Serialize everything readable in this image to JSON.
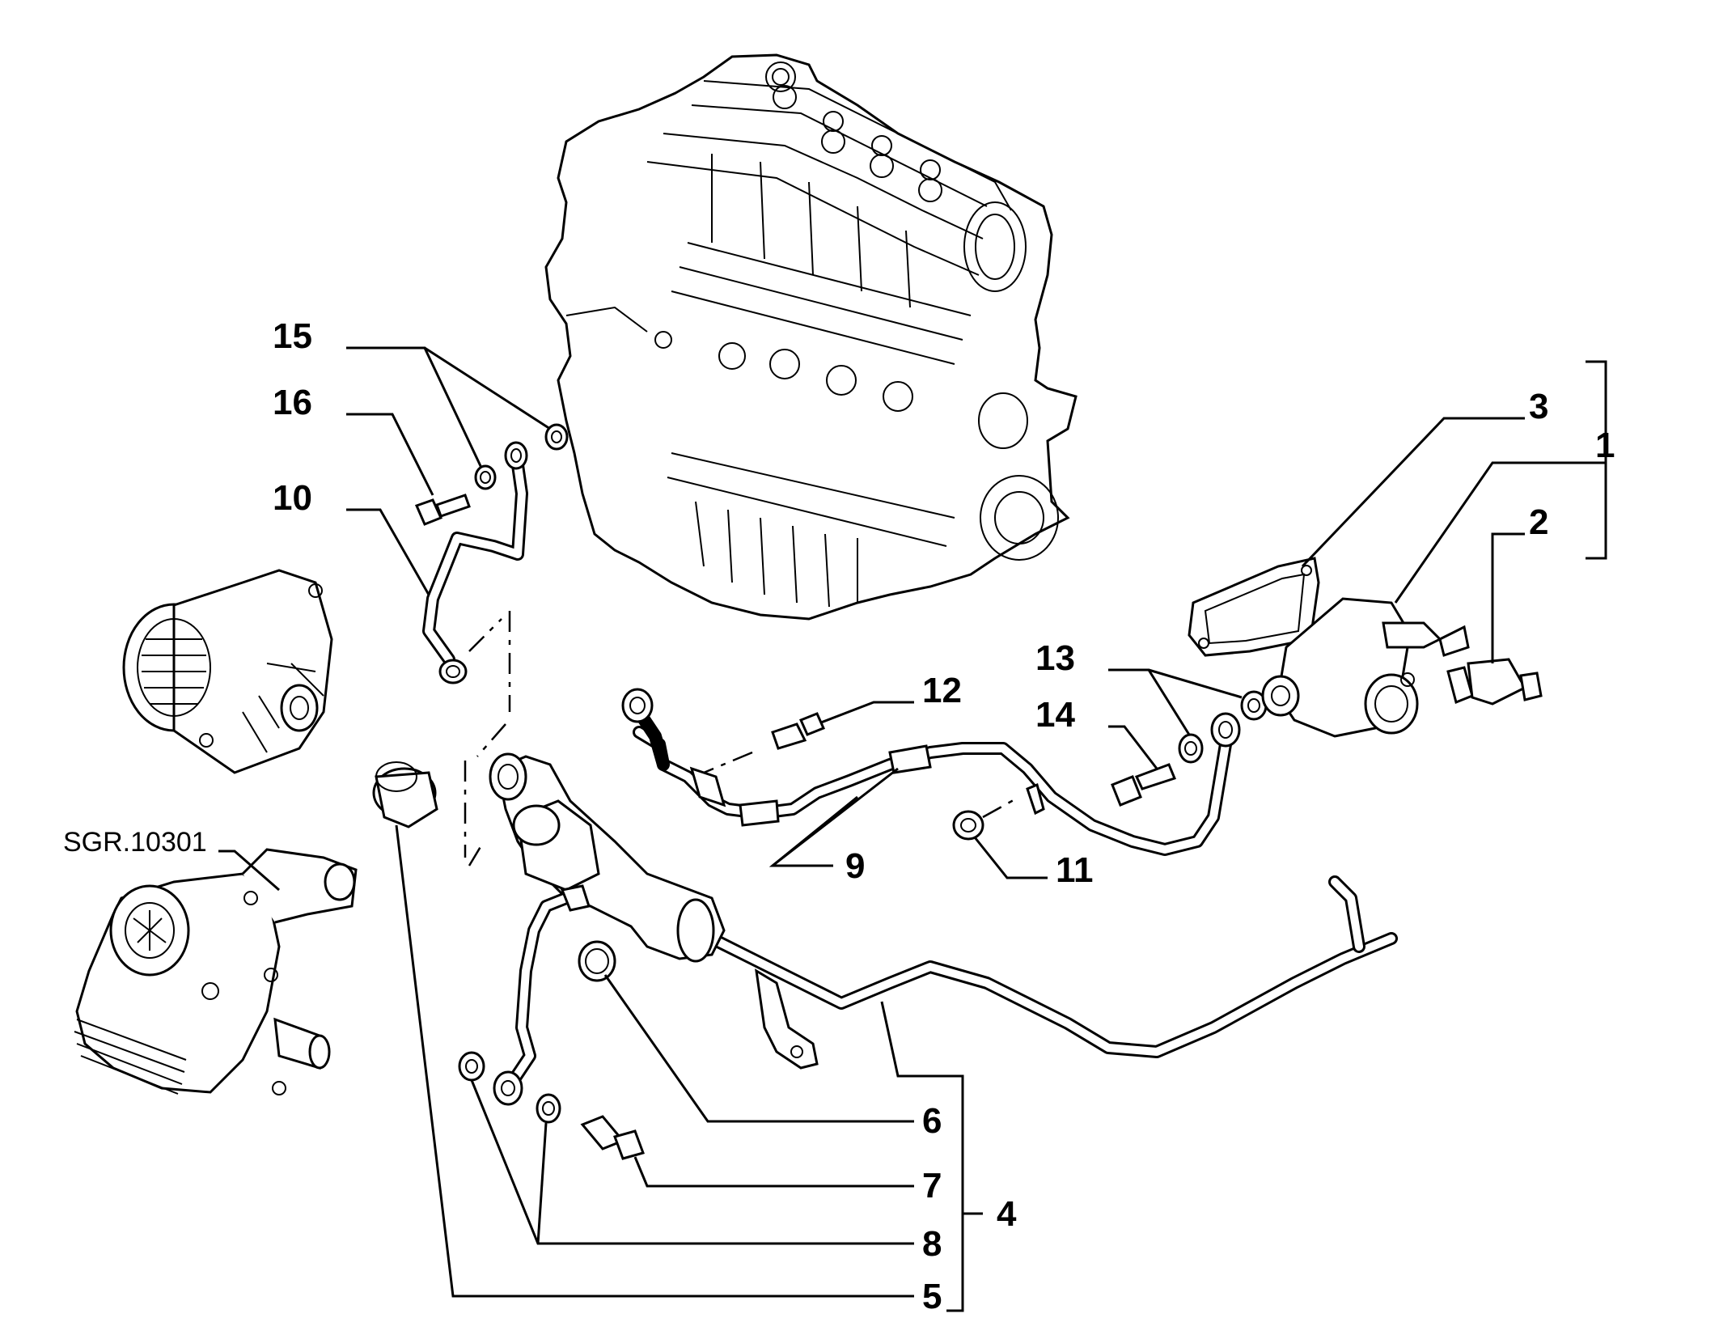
{
  "labels": {
    "l1": "1",
    "l2": "2",
    "l3": "3",
    "l4": "4",
    "l5": "5",
    "l6": "6",
    "l7": "7",
    "l8": "8",
    "l9": "9",
    "l10": "10",
    "l11": "11",
    "l12": "12",
    "l13": "13",
    "l14": "14",
    "l15": "15",
    "l16": "16"
  },
  "reference": "SGR.10301"
}
